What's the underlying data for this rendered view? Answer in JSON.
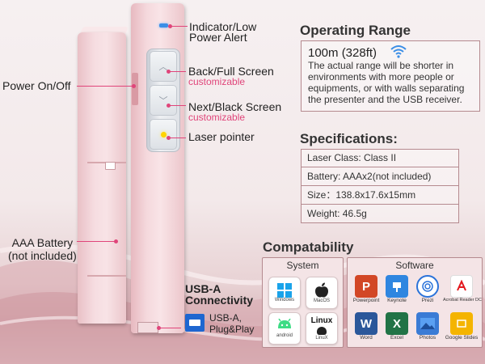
{
  "callouts": {
    "indicator_line1": "Indicator/Low",
    "indicator_line2": "Power Alert",
    "back_title": "Back/Full Screen",
    "back_sub": "customizable",
    "next_title": "Next/Black Screen",
    "next_sub": "customizable",
    "laser": "Laser pointer",
    "power": "Power On/Off",
    "battery_line1": "AAA Battery",
    "battery_line2": "(not included)"
  },
  "usb": {
    "title_line1": "USB-A",
    "title_line2": "Connectivity",
    "label_line1": "USB-A,",
    "label_line2": "Plug&Play"
  },
  "range": {
    "heading": "Operating Range",
    "main": "100m (328ft)",
    "note": "The actual range will be shorter in environments with more people or equipments, or with walls separating the presenter and the USB receiver."
  },
  "specs": {
    "heading": "Specifications:",
    "rows": [
      "Laser Class: Class II",
      "Battery: AAAx2(not included)",
      "Size：138.8x17.6x15mm",
      "Weight: 46.5g"
    ]
  },
  "compat": {
    "heading": "Compatability",
    "system_title": "System",
    "systems": [
      "Windows",
      "MacOS",
      "android",
      "LinuX"
    ],
    "linux_logo_text": "Linux",
    "software_title": "Software",
    "software": [
      "Powerpoint",
      "Keynote",
      "Prezi",
      "Acrobat Reader DC",
      "Word",
      "Excel",
      "Photos",
      "Google Slides"
    ]
  },
  "colors": {
    "accent": "#e0457a",
    "pen": "#f5d9dd",
    "wifi": "#3a8ee6"
  }
}
